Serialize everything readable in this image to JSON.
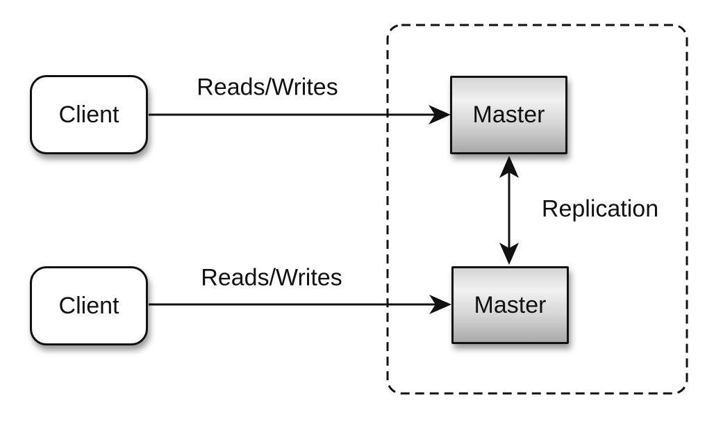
{
  "diagram": {
    "background_color": "#ffffff",
    "stroke_color": "#111111",
    "master_fill_top": "#f1f1f1",
    "master_fill_bottom": "#a9a9a9",
    "nodes": {
      "client_top": {
        "label": "Client",
        "shape": "rounded-rectangle"
      },
      "client_bottom": {
        "label": "Client",
        "shape": "rounded-rectangle"
      },
      "master_top": {
        "label": "Master",
        "shape": "rectangle"
      },
      "master_bottom": {
        "label": "Master",
        "shape": "rectangle"
      }
    },
    "edges": {
      "reads_writes_top": {
        "label": "Reads/Writes",
        "from": "client_top",
        "to": "master_top",
        "direction": "one-way"
      },
      "reads_writes_bottom": {
        "label": "Reads/Writes",
        "from": "client_bottom",
        "to": "master_bottom",
        "direction": "one-way"
      },
      "replication": {
        "label": "Replication",
        "from": "master_top",
        "to": "master_bottom",
        "direction": "two-way"
      }
    },
    "groups": {
      "replication_group": {
        "style": "dashed-rounded-rectangle",
        "contains": [
          "master_top",
          "master_bottom"
        ]
      }
    }
  }
}
